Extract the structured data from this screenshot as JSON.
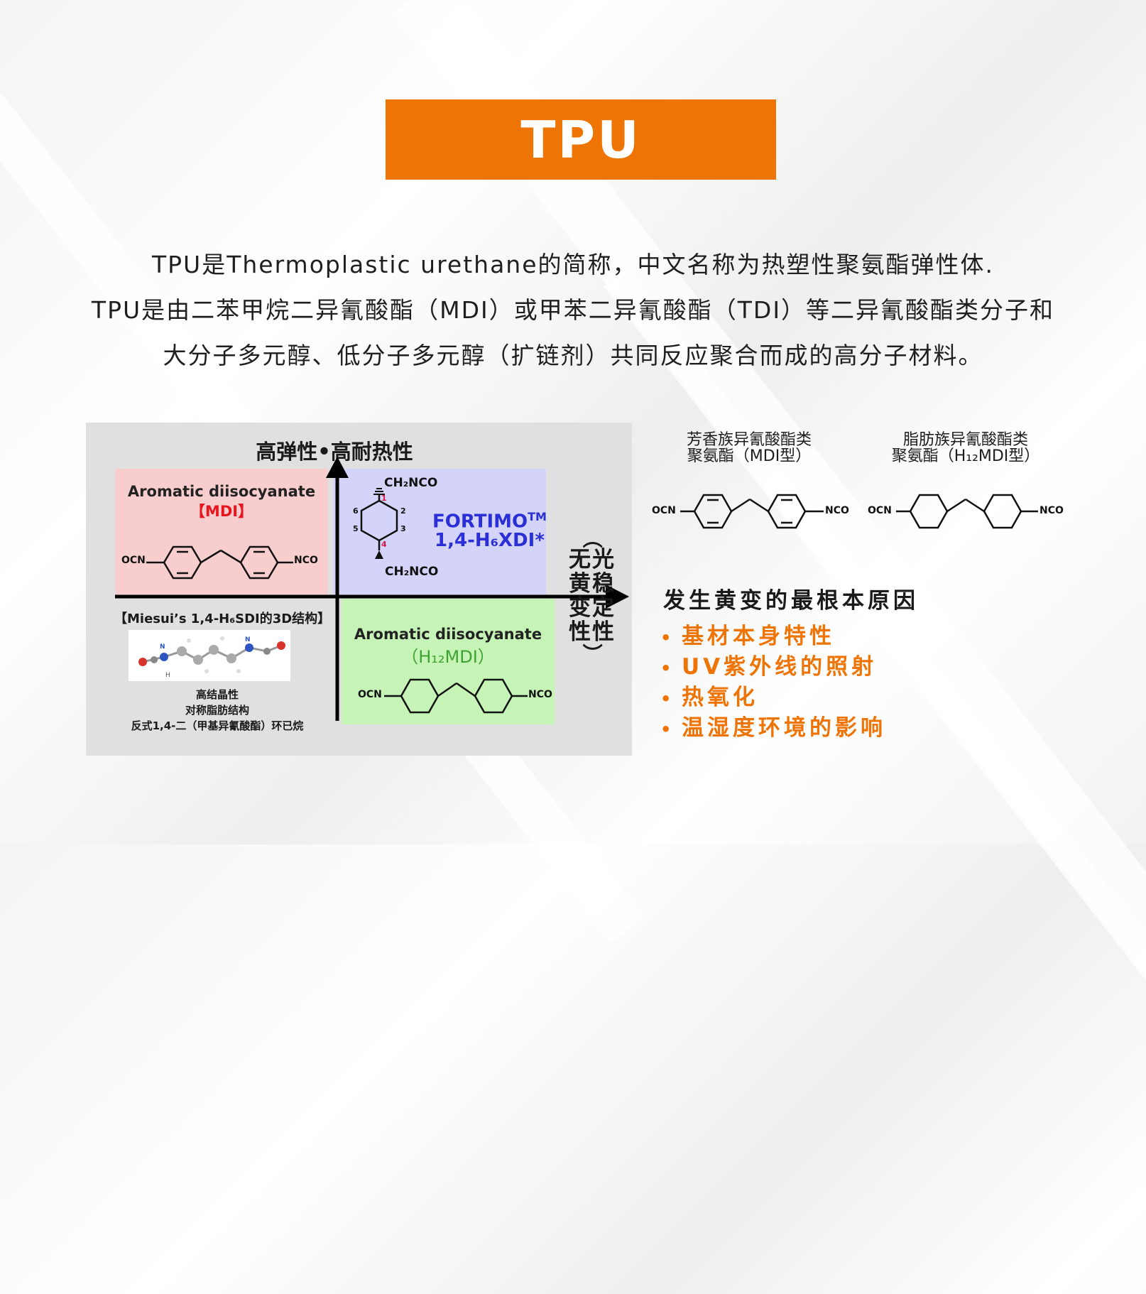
{
  "title": "TPU",
  "intro": [
    "TPU是Thermoplastic urethane的简称，中文名称为热塑性聚氨酯弹性体.",
    "TPU是由二苯甲烷二异氰酸酯（MDI）或甲苯二异氰酸酯（TDI）等二异氰酸酯类分子和",
    "大分子多元醇、低分子多元醇（扩链剂）共同反应聚合而成的高分子材料。"
  ],
  "diagram": {
    "top_label": "高弹性•高耐热性",
    "side_label_cols": [
      [
        "无",
        "黄",
        "变",
        "性"
      ],
      [
        "光",
        "稳",
        "定",
        "性"
      ]
    ],
    "side_paren_open": "（",
    "side_paren_close": "）",
    "q_tl": {
      "title": "Aromatic diisocyanate",
      "sub": "【MDI】",
      "left": "OCN",
      "right": "NCO"
    },
    "q_tr": {
      "top": "CH₂NCO",
      "bottom": "CH₂NCO",
      "brand": "FORTIMO",
      "tm": "TM",
      "name": "1,4-H₆XDI*",
      "pos": [
        "1",
        "2",
        "3",
        "4",
        "5",
        "6"
      ]
    },
    "q_br": {
      "title": "Aromatic diisocyanate",
      "sub": "（H₁₂MDI）",
      "left": "OCN",
      "right": "NCO"
    },
    "d3_caption": "【Miesui’s 1,4-H₆SDI的3D结构】",
    "notes": [
      "高结晶性",
      "对称脂肪结构",
      "反式1,4-二（甲基异氰酸酯）环已烷"
    ],
    "mol_atoms": [
      "N",
      "N",
      "H"
    ]
  },
  "right": {
    "aromatic": {
      "line1": "芳香族异氰酸酯类",
      "line2": "聚氨酯（MDI型）",
      "left": "OCN",
      "right": "NCO"
    },
    "aliphatic": {
      "line1": "脂肪族异氰酸酯类",
      "line2": "聚氨酯（H₁₂MDI型）",
      "left": "OCN",
      "right": "NCO"
    }
  },
  "causes": {
    "title": "发生黄变的最根本原因",
    "bullet": "•",
    "items": [
      "基材本身特性",
      "UV紫外线的照射",
      "热氧化",
      "温湿度环境的影响"
    ]
  },
  "colors": {
    "accent": "#ee7406",
    "fortimo": "#2b2fd6",
    "mdi": "#e8141e",
    "h12": "#3fa234"
  }
}
